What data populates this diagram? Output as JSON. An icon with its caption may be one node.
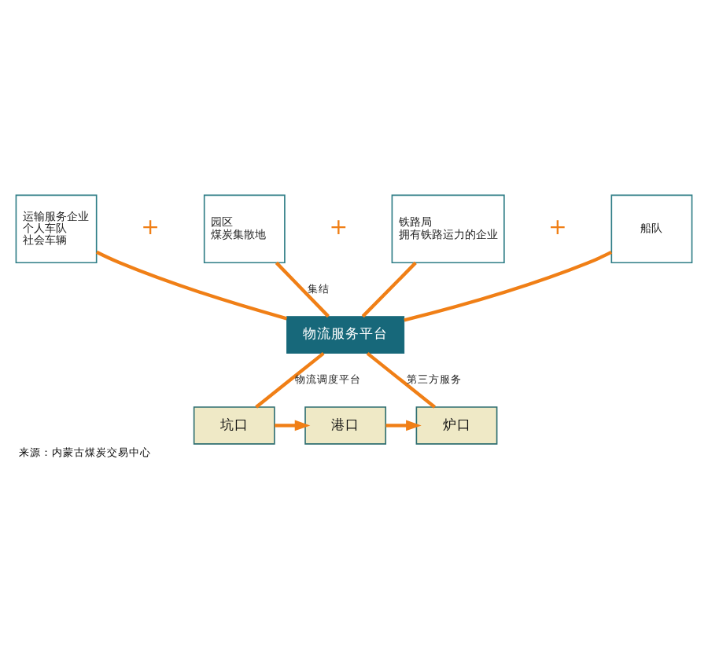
{
  "diagram": {
    "caption": "来源：内蒙古煤炭交易中心",
    "nodes": [
      {
        "text": [
          "运输服务企业",
          "个人车队",
          "社会车辆"
        ]
      },
      {
        "text": [
          "园区",
          "煤炭集散地"
        ]
      },
      {
        "text": [
          "铁路局",
          "拥有铁路运力的企业"
        ]
      },
      {
        "text": [
          "船队"
        ]
      },
      {
        "text": [
          "物流服务平台"
        ]
      },
      {
        "text": [
          "坑口"
        ]
      },
      {
        "text": [
          "港口"
        ]
      },
      {
        "text": [
          "炉口"
        ]
      }
    ],
    "edges": [
      {
        "from": 0,
        "to": 4,
        "arrow": "none"
      },
      {
        "from": 1,
        "to": 4,
        "arrow": "none",
        "label": "集结"
      },
      {
        "from": 2,
        "to": 4,
        "arrow": "none"
      },
      {
        "from": 3,
        "to": 4,
        "arrow": "none"
      },
      {
        "from": 4,
        "to": 5,
        "arrow": "none",
        "label": "物流调度平台"
      },
      {
        "from": 4,
        "to": 7,
        "arrow": "none",
        "label": "第三方服务"
      },
      {
        "from": 5,
        "to": 6,
        "arrow": "to"
      },
      {
        "from": 6,
        "to": 7,
        "arrow": "to"
      }
    ],
    "labels": [
      "+",
      "+",
      "+"
    ]
  }
}
